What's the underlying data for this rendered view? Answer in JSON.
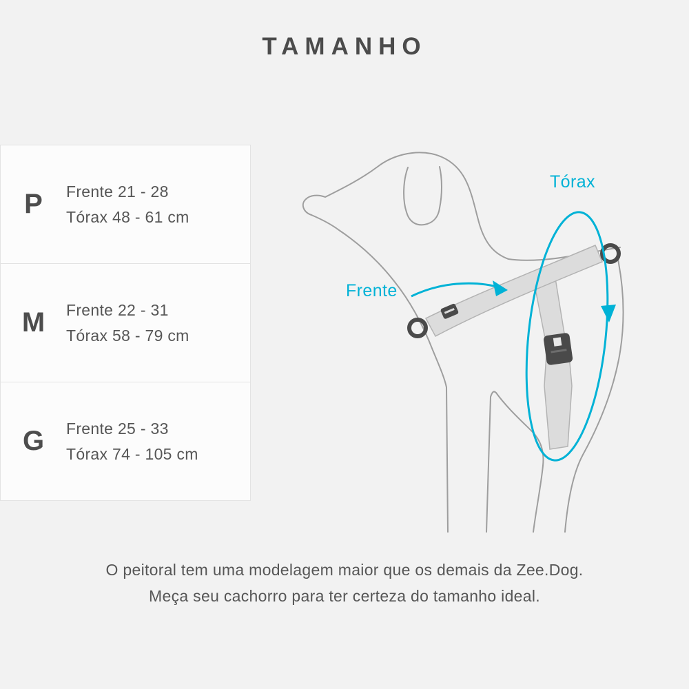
{
  "page": {
    "title": "TAMANHO",
    "footer_line1": "O peitoral tem uma modelagem maior que os demais da Zee.Dog.",
    "footer_line2": "Meça seu cachorro para ter certeza do tamanho ideal."
  },
  "sizes": [
    {
      "label": "P",
      "frente": "Frente 21 - 28",
      "torax": "Tórax 48 - 61 cm"
    },
    {
      "label": "M",
      "frente": "Frente 22 - 31",
      "torax": "Tórax 58 - 79 cm"
    },
    {
      "label": "G",
      "frente": "Frente 25 - 33",
      "torax": "Tórax 74 - 105 cm"
    }
  ],
  "diagram": {
    "torax_label": "Tórax",
    "frente_label": "Frente"
  },
  "colors": {
    "accent": "#00b2d6",
    "line_gray": "#9e9e9e",
    "strap_gray": "#dcdcdc",
    "hardware_gray": "#4a4a4a"
  }
}
